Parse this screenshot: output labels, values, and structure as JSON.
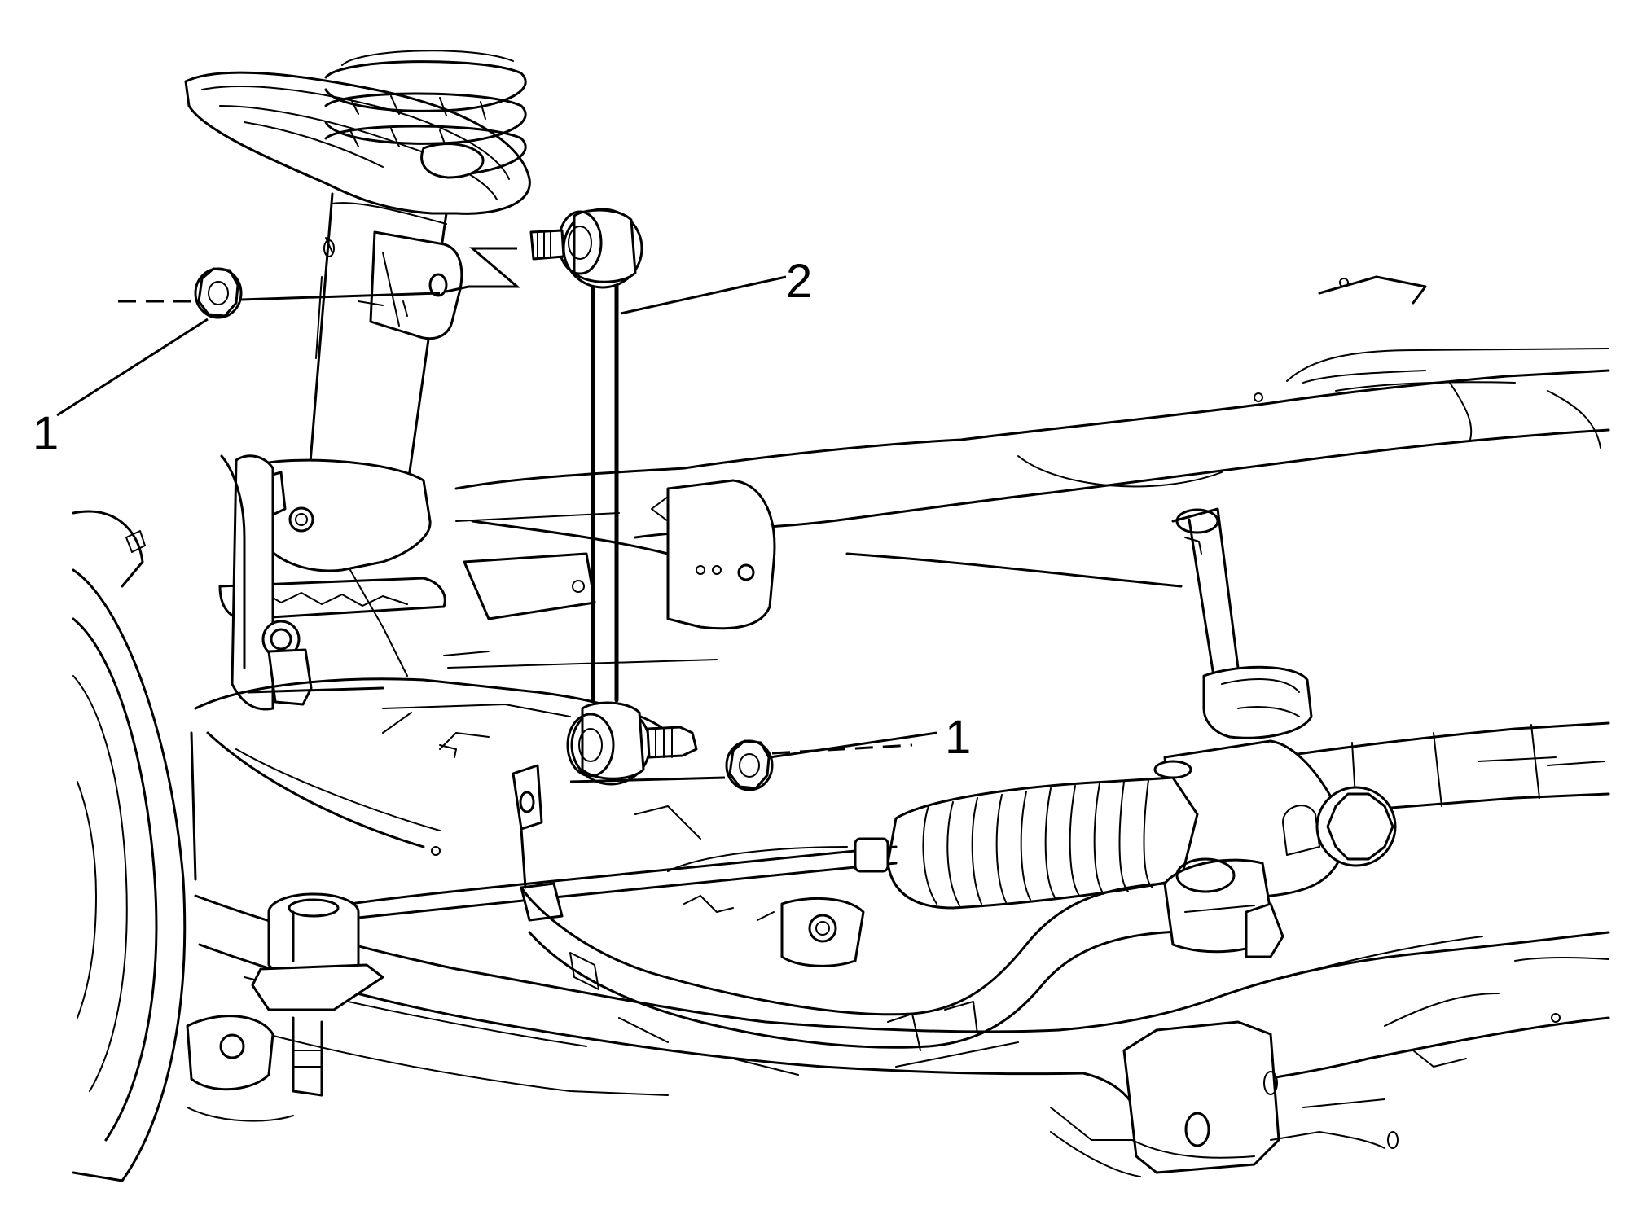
{
  "diagram": {
    "callouts": [
      {
        "number": "1",
        "part": "nut"
      },
      {
        "number": "2",
        "part": "link"
      },
      {
        "number": "1",
        "part": "nut"
      }
    ]
  }
}
